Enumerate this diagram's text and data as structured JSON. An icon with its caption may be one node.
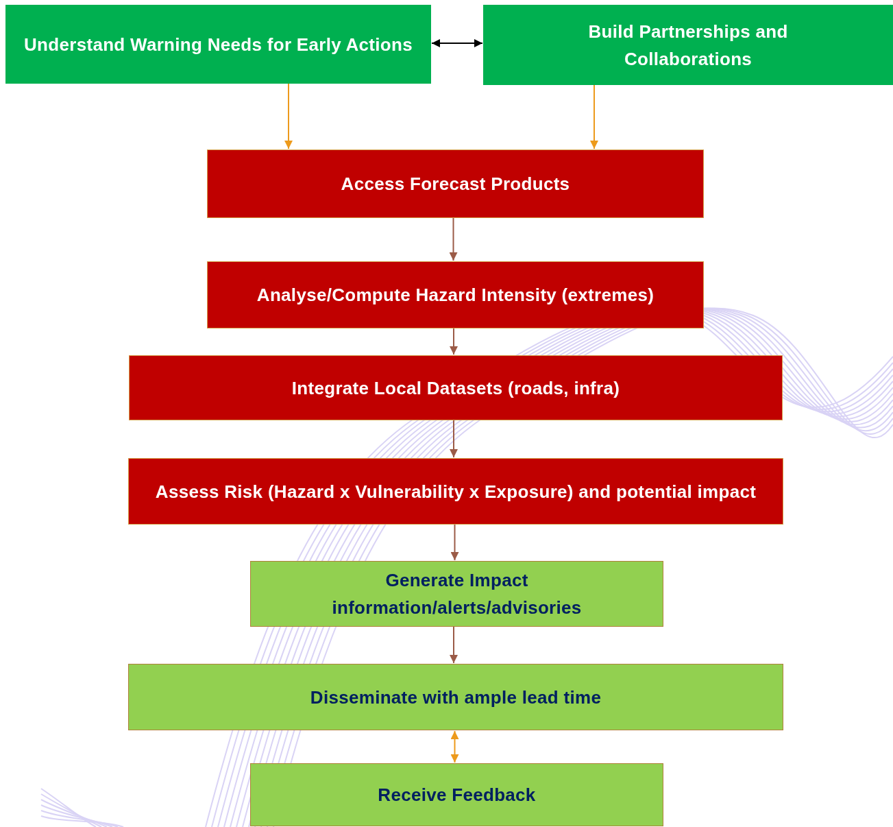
{
  "diagram": {
    "nodes": [
      {
        "text": [
          "Understand Warning Needs for Early Actions"
        ]
      },
      {
        "text": [
          "Build Partnerships and Collaborations"
        ]
      },
      {
        "text": [
          "Access Forecast Products"
        ]
      },
      {
        "text": [
          "Analyse/Compute Hazard Intensity (extremes)"
        ]
      },
      {
        "text": [
          "Integrate Local Datasets (roads, infra)"
        ]
      },
      {
        "text": [
          "Assess Risk (Hazard x Vulnerability x Exposure) and potential impact"
        ]
      },
      {
        "text": [
          "Generate Impact information/alerts/advisories"
        ]
      },
      {
        "text": [
          "Disseminate with ample lead time"
        ]
      },
      {
        "text": [
          "Receive Feedback"
        ]
      }
    ],
    "edges": [
      {
        "from": 0,
        "to": 1,
        "arrow": "both",
        "color": "#000000"
      },
      {
        "from": 0,
        "to": 2,
        "arrow": "to",
        "color": "#ed9a1c"
      },
      {
        "from": 1,
        "to": 2,
        "arrow": "to",
        "color": "#ed9a1c"
      },
      {
        "from": 2,
        "to": 3,
        "arrow": "to"
      },
      {
        "from": 3,
        "to": 4,
        "arrow": "to"
      },
      {
        "from": 4,
        "to": 5,
        "arrow": "to"
      },
      {
        "from": 5,
        "to": 6,
        "arrow": "to"
      },
      {
        "from": 6,
        "to": 7,
        "arrow": "to"
      },
      {
        "from": 7,
        "to": 8,
        "arrow": "both",
        "color": "#ed9a1c"
      }
    ]
  }
}
